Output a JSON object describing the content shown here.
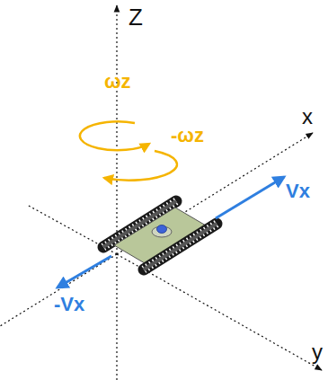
{
  "diagram": {
    "labels": [
      "Z",
      "x",
      "y",
      "ωz",
      "-ωz",
      "Vx",
      "-Vx"
    ]
  }
}
